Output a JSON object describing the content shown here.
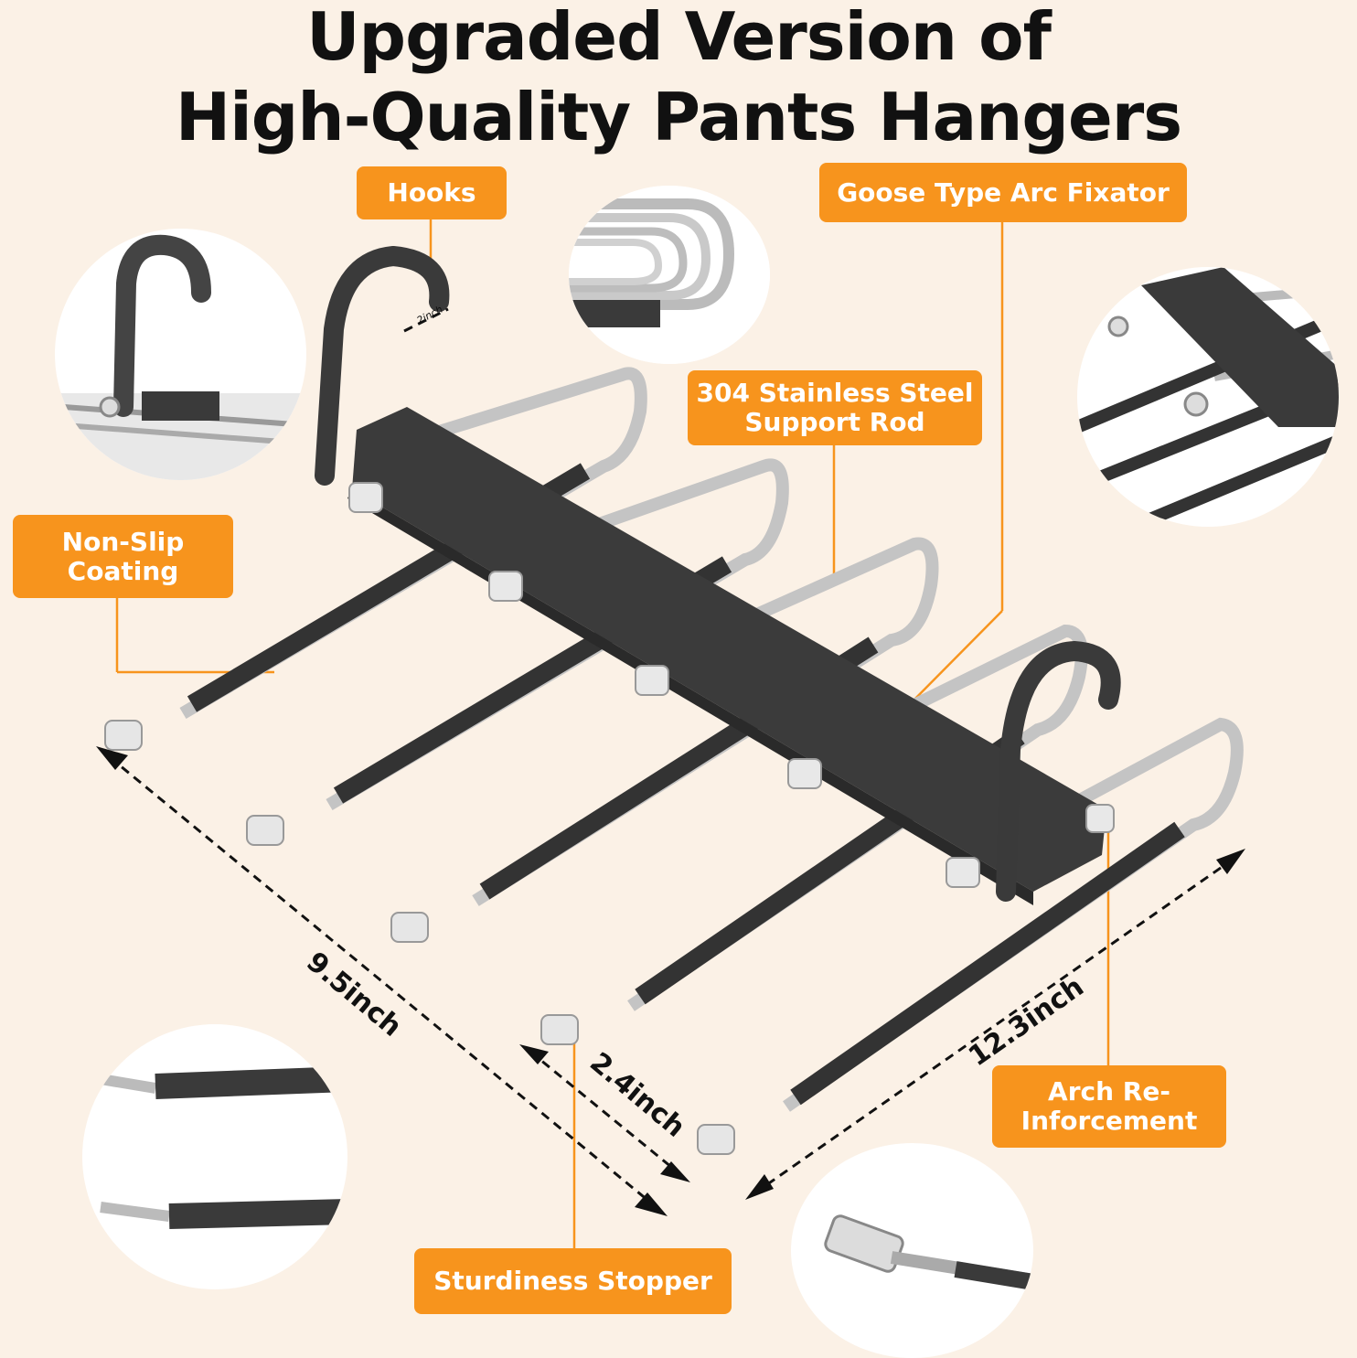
{
  "title": {
    "line1": "Upgraded Version of",
    "line2": "High-Quality Pants Hangers"
  },
  "callouts": {
    "hooks": "Hooks",
    "goose": "Goose Type Arc Fixator",
    "steel_line1": "304 Stainless Steel",
    "steel_line2": "Support Rod",
    "nonslip_line1": "Non-Slip",
    "nonslip_line2": "Coating",
    "arch_line1": "Arch Re-",
    "arch_line2": "Inforcement",
    "stopper": "Sturdiness Stopper"
  },
  "dimensions": {
    "hook_width": "2inch",
    "length": "9.5inch",
    "spacing": "2.4inch",
    "width": "12.3inch"
  },
  "colors": {
    "accent": "#f7941d",
    "background": "#fbf1e6",
    "rubber": "#3a3a3a",
    "steel": "#c8c8c8"
  }
}
